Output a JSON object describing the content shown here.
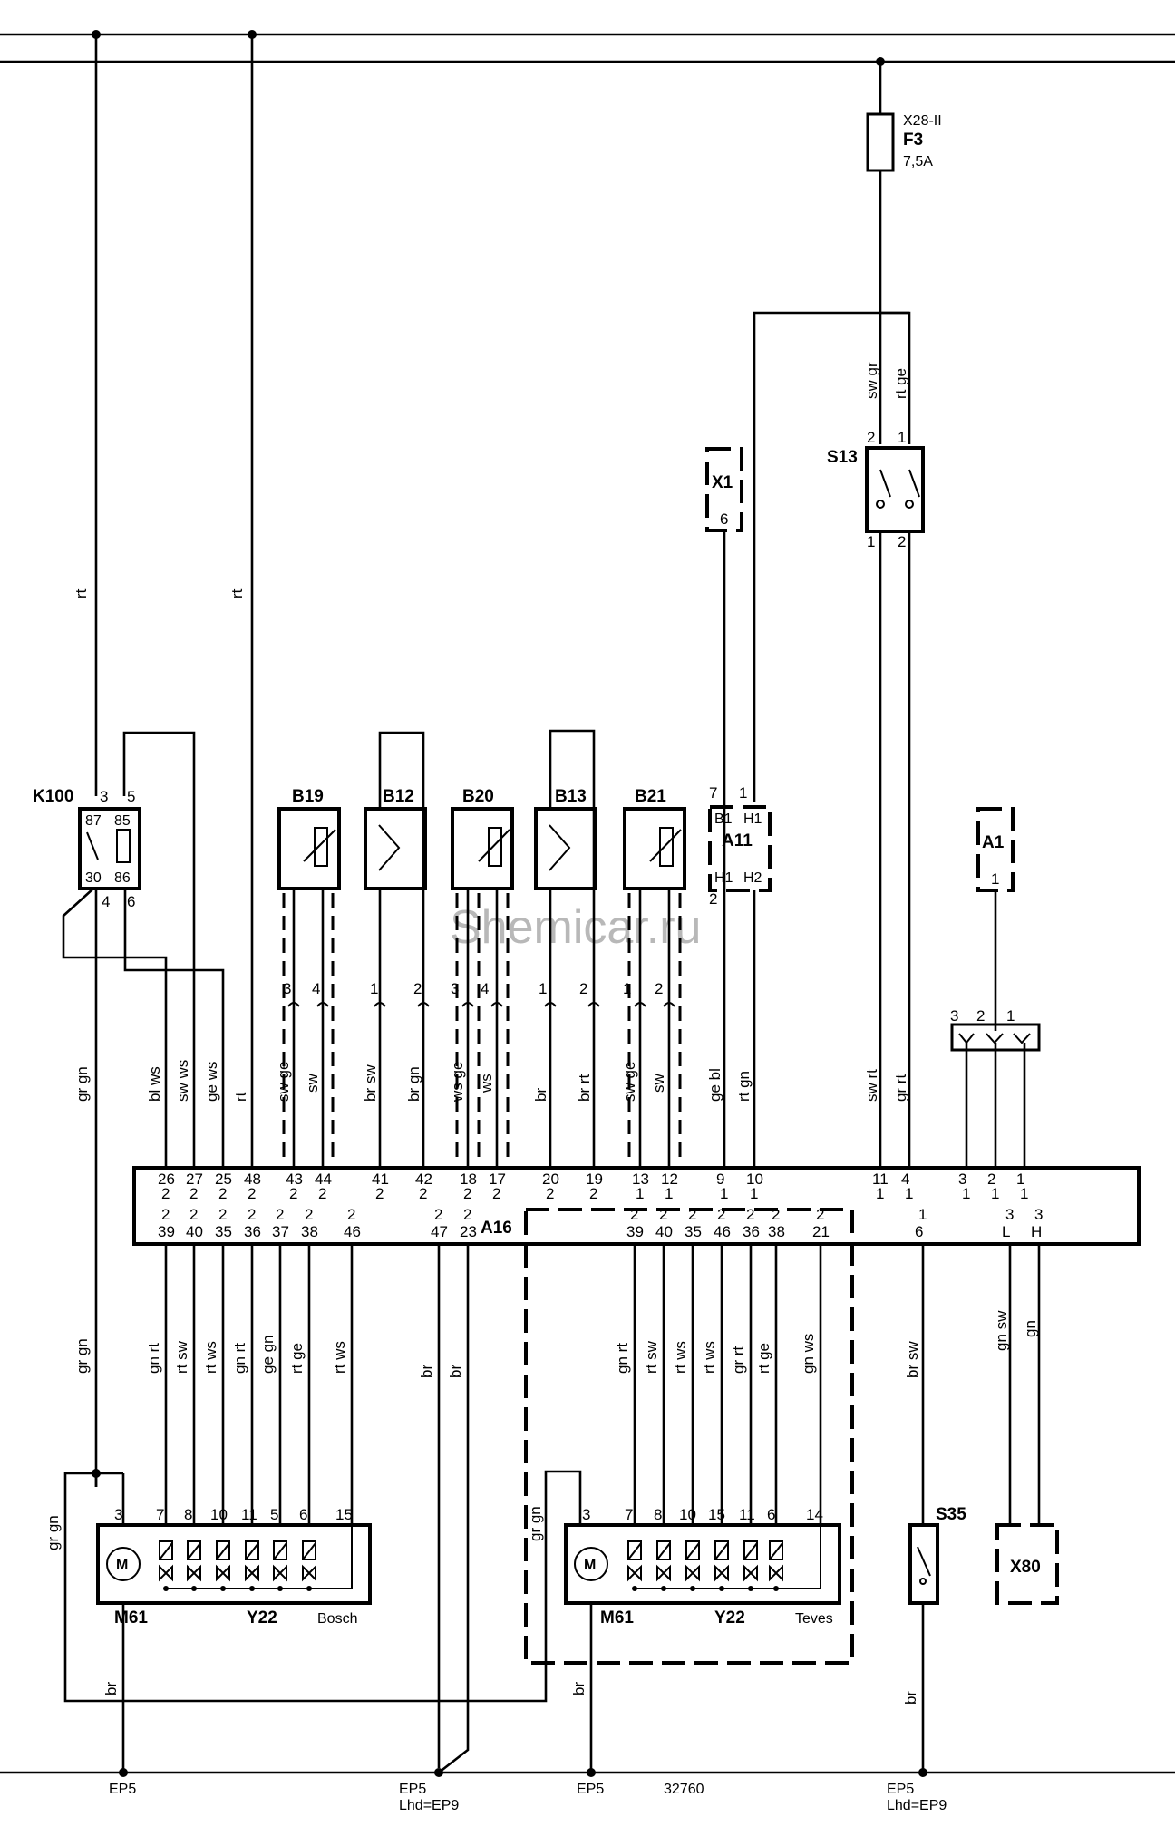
{
  "watermark": "Shemicar.ru",
  "fuse": {
    "location": "X28-II",
    "name": "F3",
    "rating": "7,5A"
  },
  "components": {
    "K100": "K100",
    "B19": "B19",
    "B12": "B12",
    "B20": "B20",
    "B13": "B13",
    "B21": "B21",
    "A11": "A11",
    "A1": "A1",
    "X1": "X1",
    "S13": "S13",
    "A16": "A16",
    "S35": "S35",
    "X80": "X80",
    "M61_left": "M61",
    "Y22_left": "Y22",
    "M61_right": "M61",
    "Y22_right": "Y22",
    "bosch": "Bosch",
    "teves": "Teves"
  },
  "k100_pins": {
    "p3": "3",
    "p5": "5",
    "p87": "87",
    "p85": "85",
    "p30": "30",
    "p86": "86",
    "p4": "4",
    "p6": "6"
  },
  "a11_pins": {
    "p7": "7",
    "p1": "1",
    "p2": "2",
    "B1": "B1",
    "H1": "H1",
    "H1b": "H1",
    "H2": "H2"
  },
  "s13_pins": {
    "t2": "2",
    "t1": "1",
    "b1": "1",
    "b2": "2"
  },
  "x1_pin": "6",
  "a1_pin": "1",
  "conn3": [
    "3",
    "2",
    "1"
  ],
  "wires_top": {
    "rt1": "rt",
    "rt2": "rt",
    "swgr": "sw gr",
    "rtge": "rt ge",
    "grgn_k": "gr gn",
    "blws": "bl ws",
    "swws": "sw ws",
    "gews": "ge ws",
    "rt3": "rt",
    "swge1": "sw ge",
    "sw1": "sw",
    "brsw": "br sw",
    "brgn": "br gn",
    "wsge": "ws ge",
    "ws": "ws",
    "br": "br",
    "brrt": "br rt",
    "swge2": "sw ge",
    "sw2": "sw",
    "gebl": "ge bl",
    "rtgn": "rt gn",
    "swrt": "sw rt",
    "grrt": "gr rt"
  },
  "sensor_pins": [
    "3",
    "4",
    "1",
    "2",
    "3",
    "4",
    "1",
    "2",
    "1",
    "2"
  ],
  "a16_top_pins": [
    [
      "26",
      "2"
    ],
    [
      "27",
      "2"
    ],
    [
      "25",
      "2"
    ],
    [
      "48",
      "2"
    ],
    [
      "43",
      "2"
    ],
    [
      "44",
      "2"
    ],
    [
      "41",
      "2"
    ],
    [
      "42",
      "2"
    ],
    [
      "18",
      "2"
    ],
    [
      "17",
      "2"
    ],
    [
      "20",
      "2"
    ],
    [
      "19",
      "2"
    ],
    [
      "13",
      "1"
    ],
    [
      "12",
      "1"
    ],
    [
      "9",
      "1"
    ],
    [
      "10",
      "1"
    ],
    [
      "11",
      "1"
    ],
    [
      "4",
      "1"
    ],
    [
      "3",
      "1"
    ],
    [
      "2",
      "1"
    ],
    [
      "1",
      "1"
    ]
  ],
  "a16_bottom_pins": [
    [
      "2",
      "39"
    ],
    [
      "2",
      "40"
    ],
    [
      "2",
      "35"
    ],
    [
      "2",
      "36"
    ],
    [
      "2",
      "37"
    ],
    [
      "2",
      "38"
    ],
    [
      "2",
      "46"
    ],
    [
      "2",
      "47"
    ],
    [
      "2",
      "23"
    ],
    [
      "2",
      "39"
    ],
    [
      "2",
      "40"
    ],
    [
      "2",
      "35"
    ],
    [
      "2",
      "46"
    ],
    [
      "2",
      "36"
    ],
    [
      "2",
      "38"
    ],
    [
      "2",
      "21"
    ],
    [
      "1",
      "6"
    ],
    [
      "3",
      "L"
    ],
    [
      "3",
      "H"
    ]
  ],
  "wires_bottom": {
    "grgn_a": "gr gn",
    "grgn_b": "gr gn",
    "l": [
      "gn rt",
      "rt sw",
      "rt ws",
      "gn rt",
      "ge gn",
      "rt ge",
      "rt ws"
    ],
    "br1": "br",
    "br2": "br",
    "r": [
      "gn rt",
      "rt sw",
      "rt ws",
      "rt ws",
      "gr rt",
      "rt ge",
      "gn ws"
    ],
    "grgn_r": "gr gn",
    "brsw": "br sw",
    "gnsw": "gn sw",
    "gn": "gn",
    "br_m1": "br",
    "br_m2": "br",
    "br_s35": "br"
  },
  "left_module_pins": [
    "3",
    "7",
    "8",
    "10",
    "11",
    "5",
    "6",
    "15"
  ],
  "right_module_pins": [
    "3",
    "7",
    "8",
    "10",
    "15",
    "11",
    "6",
    "14"
  ],
  "ground": {
    "ep5_1": "EP5",
    "ep5_2": "EP5",
    "lhd_2": "Lhd=EP9",
    "ep5_3": "EP5",
    "code": "32760",
    "ep5_4": "EP5",
    "lhd_4": "Lhd=EP9"
  }
}
